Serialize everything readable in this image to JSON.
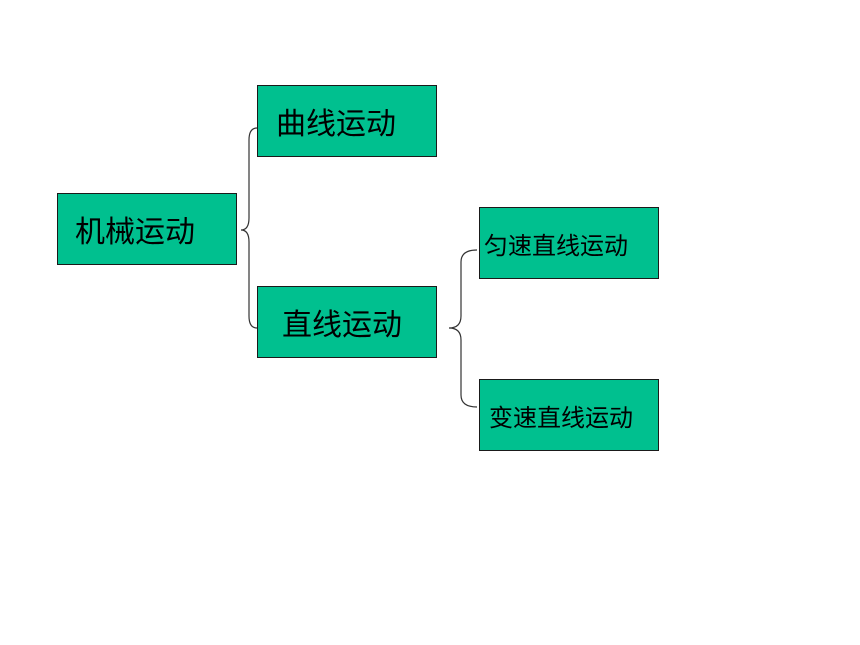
{
  "diagram": {
    "root": {
      "label": "机械运动"
    },
    "branches": [
      {
        "label": "曲线运动"
      },
      {
        "label": "直线运动",
        "children": [
          {
            "label": "匀速直线运动"
          },
          {
            "label": "变速直线运动"
          }
        ]
      }
    ]
  },
  "colors": {
    "box_fill": "#00c08f",
    "box_border": "#1a1a1a",
    "connector": "#333333"
  }
}
